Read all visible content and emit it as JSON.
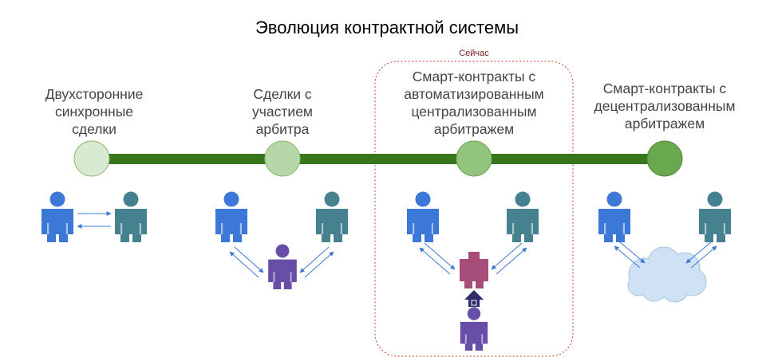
{
  "title": "Эволюция контрактной системы",
  "now_label": "Сейчас",
  "colors": {
    "timeline": "#38761d",
    "node1": "#d9ead3",
    "node2": "#b6d7a8",
    "node3": "#93c47d",
    "node4": "#6aa84f",
    "party_a": "#3c78d8",
    "party_b": "#45818e",
    "arbiter": "#674ea7",
    "smart_contract": "#a64d79",
    "cloud": "#cfe2f3",
    "arrow": "#3c78d8",
    "now_border": "#cc4125"
  },
  "stages": [
    {
      "label_lines": [
        "Двухсторонние",
        "синхронные",
        "сделки"
      ]
    },
    {
      "label_lines": [
        "Сделки с",
        "участием",
        "арбитра"
      ]
    },
    {
      "label_lines": [
        "Смарт-контракты с",
        "автоматизированным",
        "централизованным",
        "арбитражем"
      ]
    },
    {
      "label_lines": [
        "Смарт-контракты с",
        "децентрализованным",
        "арбитражем"
      ]
    }
  ]
}
